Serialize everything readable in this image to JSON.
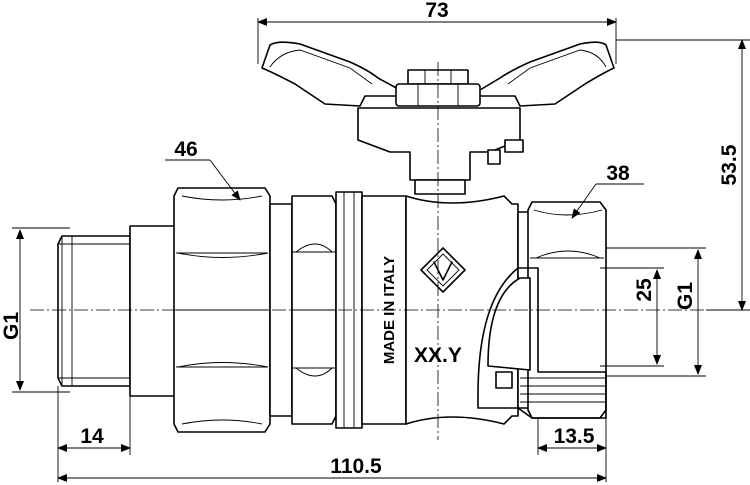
{
  "dimensions": {
    "overall_height": "73",
    "hex_union": "46",
    "hex_female": "38",
    "height_total": "53.5",
    "inner_diameter": "25",
    "thread_right": "G1",
    "thread_left": "G1",
    "thread_length_left": "14",
    "thread_length_right": "13.5",
    "overall_length": "110.5"
  },
  "markings": {
    "made_in": "MADE IN ITALY",
    "date_code": "XX.Y"
  }
}
